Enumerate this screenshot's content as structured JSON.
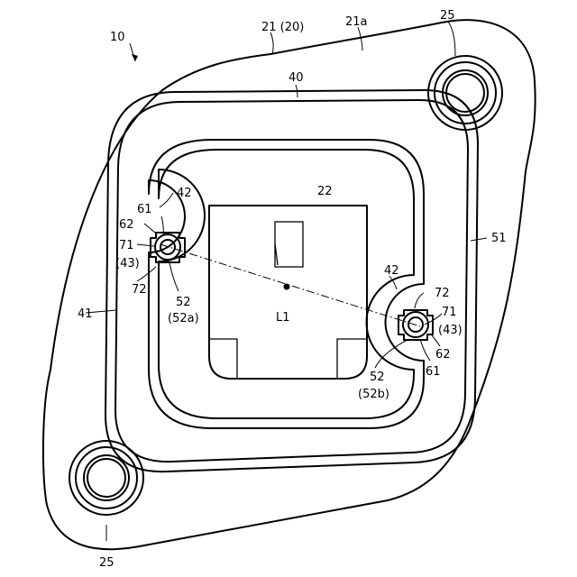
{
  "labels": {
    "assembly": "10",
    "base": "21 (20)",
    "base_edge": "21a",
    "hole_top": "25",
    "hole_bottom": "25",
    "outer_groove": "40",
    "inner_groove_left": "41",
    "notch_left": "42",
    "notch_right": "42",
    "window": "22",
    "right_edge": "51",
    "axis": "L1",
    "left_pin_61": "61",
    "left_pin_62": "62",
    "left_pin_71": "71",
    "left_pin_43": "(43)",
    "left_pin_72": "72",
    "left_pin_52": "52",
    "left_pin_52a": "(52a)",
    "right_pin_72": "72",
    "right_pin_71": "71",
    "right_pin_43": "(43)",
    "right_pin_62": "62",
    "right_pin_61": "61",
    "right_pin_52": "52",
    "right_pin_52b": "(52b)"
  }
}
